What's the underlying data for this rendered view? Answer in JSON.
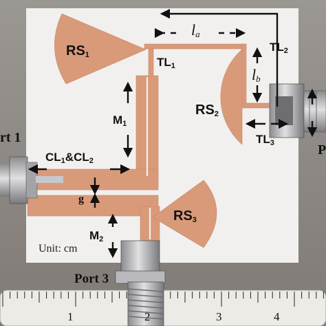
{
  "labels": {
    "rs1": "RS",
    "rs1_sub": "1",
    "rs2": "RS",
    "rs2_sub": "2",
    "rs3": "RS",
    "rs3_sub": "3",
    "tl1": "TL",
    "tl1_sub": "1",
    "tl2": "TL",
    "tl2_sub": "2",
    "tl3": "TL",
    "tl3_sub": "3",
    "la": "l",
    "la_sub": "a",
    "lb": "l",
    "lb_sub": "b",
    "m1": "M",
    "m1_sub": "1",
    "m2": "M",
    "m2_sub": "2",
    "cl_a": "CL",
    "cl_a_sub": "1",
    "cl_amp": "&CL",
    "cl_b_sub": "2",
    "g": "g",
    "port1": "rt 1",
    "port2": "P",
    "port3": "Port 3",
    "unit": "Unit: cm"
  },
  "ruler": {
    "numbers": [
      "1",
      "2",
      "3",
      "4"
    ]
  },
  "colors": {
    "copper": "#d99a7a",
    "substrate": "#f1f0ee",
    "ruler": "#ecebe6",
    "connector": "#b6b6b8"
  }
}
